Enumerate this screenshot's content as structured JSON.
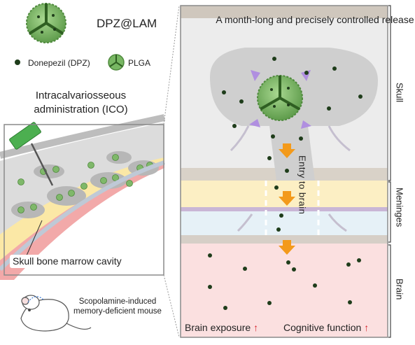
{
  "header": {
    "product_label": "DPZ@LAM",
    "legend_drug_label": "Donepezil (DPZ)",
    "legend_polymer_label": "PLGA"
  },
  "left_panel": {
    "route_title": "Intracalvariosseous administration (ICO)",
    "cavity_label": "Skull bone marrow cavity",
    "model_label": "Scopolamine-induced memory-deficient mouse"
  },
  "right_panel": {
    "release_text": "A month-long and precisely controlled release",
    "entry_text": "Entry to brain",
    "layers": {
      "skull": "Skull",
      "meninges": "Meninges",
      "brain": "Brain"
    },
    "outcome_exposure": "Brain exposure",
    "outcome_cognitive": "Cognitive function",
    "increase_symbol": "↑"
  },
  "colors": {
    "drug_dot": "#1f3d1b",
    "plga_green": "#78b763",
    "skull_gray": "#e7e7e7",
    "meninges_yellow": "#fcefc4",
    "brain_pink": "#fbe0e0",
    "flow_arrow": "#f39a1b",
    "release_arrow": "#b08fe0",
    "increase_arrow": "#d6232b"
  }
}
